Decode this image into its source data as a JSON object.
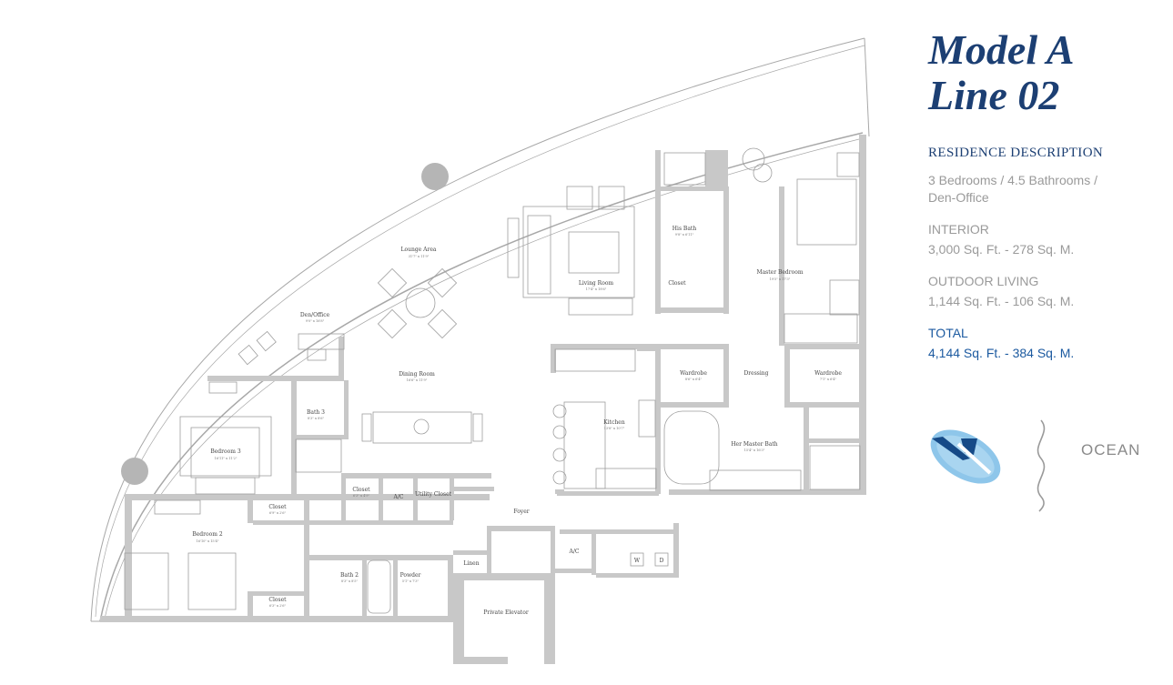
{
  "model": {
    "title_line1": "Model A",
    "title_line2": "Line 02"
  },
  "description": {
    "heading": "RESIDENCE DESCRIPTION",
    "line1": "3 Bedrooms / 4.5 Bathrooms /",
    "line2": "Den-Office"
  },
  "specs": {
    "interior": {
      "label": "INTERIOR",
      "value": "3,000 Sq. Ft. - 278 Sq. M."
    },
    "outdoor": {
      "label": "OUTDOOR LIVING",
      "value": "1,144 Sq. Ft. - 106 Sq. M."
    },
    "total": {
      "label": "TOTAL",
      "value": "4,144 Sq. Ft. - 384 Sq. M."
    }
  },
  "orientation": {
    "label": "OCEAN",
    "compass_icon": "orientation-compass-icon",
    "wave_icon": "wave-icon"
  },
  "colors": {
    "navy": "#1c3f73",
    "blue": "#1c5aa0",
    "wall": "#c8c8c8",
    "line": "#9e9e9e"
  },
  "rooms": {
    "lounge_area": {
      "name": "Lounge Area",
      "dim": "31'7\" x 11'9\""
    },
    "living_room": {
      "name": "Living Room",
      "dim": "17'4\" x 18'6\""
    },
    "his_bath": {
      "name": "His Bath",
      "dim": "9'8\" x 6'11\""
    },
    "closet_his": {
      "name": "Closet"
    },
    "master_bedroom": {
      "name": "Master Bedroom",
      "dim": "19'5\" x 17'3\""
    },
    "den_office": {
      "name": "Den/Office",
      "dim": "9'0\" x 16'8\""
    },
    "dining_room": {
      "name": "Dining Room",
      "dim": "16'6\" x 11'9\""
    },
    "wardrobe_left": {
      "name": "Wardrobe",
      "dim": "8'6\" x 6'4\""
    },
    "dressing": {
      "name": "Dressing"
    },
    "wardrobe_right": {
      "name": "Wardrobe",
      "dim": "7'1\" x 6'4\""
    },
    "bath3": {
      "name": "Bath 3",
      "dim": "8'3\" x 8'6\""
    },
    "kitchen": {
      "name": "Kitchen",
      "dim": "13'8\" x 10'7\""
    },
    "her_master_bath": {
      "name": "Her Master Bath",
      "dim": "15'4\" x 16'3\""
    },
    "bedroom3": {
      "name": "Bedroom 3",
      "dim": "16'11\" x 11'2\""
    },
    "closet_a": {
      "name": "Closet",
      "dim": "6'3\" x 4'9\""
    },
    "ac_a": {
      "name": "A/C"
    },
    "utility_closet": {
      "name": "Utility Closet"
    },
    "closet_b3": {
      "name": "Closet",
      "dim": "6'9\" x 2'6\""
    },
    "foyer": {
      "name": "Foyer"
    },
    "bedroom2": {
      "name": "Bedroom 2",
      "dim": "16'10\" x 15'4\""
    },
    "ac_b": {
      "name": "A/C"
    },
    "linen": {
      "name": "Linen"
    },
    "bath2": {
      "name": "Bath 2",
      "dim": "8'3\" x 8'5\""
    },
    "powder": {
      "name": "Powder",
      "dim": "5'1\" x 7'3\""
    },
    "closet_b2": {
      "name": "Closet",
      "dim": "6'3\" x 2'6\""
    },
    "private_elevator": {
      "name": "Private Elevator"
    },
    "washer": {
      "name": "W"
    },
    "dryer": {
      "name": "D"
    }
  }
}
